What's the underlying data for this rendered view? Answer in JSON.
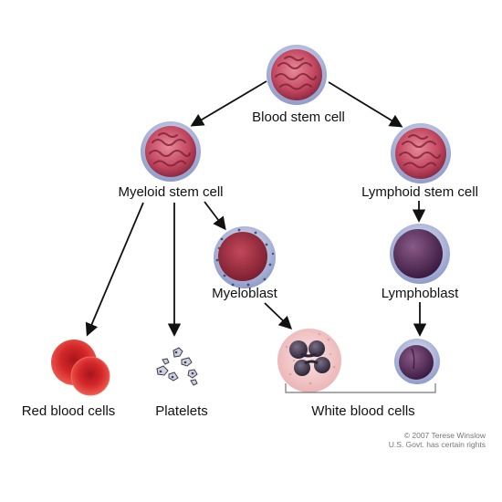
{
  "labels": {
    "blood_stem_cell": "Blood stem cell",
    "myeloid_stem_cell": "Myeloid stem cell",
    "lymphoid_stem_cell": "Lymphoid stem cell",
    "myeloblast": "Myeloblast",
    "lymphoblast": "Lymphoblast",
    "red_blood_cells": "Red blood cells",
    "platelets": "Platelets",
    "white_blood_cells": "White blood cells"
  },
  "credit": {
    "line1": "© 2007 Terese Winslow",
    "line2": "U.S. Govt. has certain rights"
  },
  "colors": {
    "stem_cell": "#c0455e",
    "stem_cell_membrane": "#8e9bc9",
    "myeloblast_nucleus": "#9a2b3e",
    "lymphocyte_nucleus": "#5a2f5e",
    "red_blood_cell": "#d4282a",
    "neutrophil_cytoplasm": "#f3c9c9",
    "arrow": "#111111"
  }
}
